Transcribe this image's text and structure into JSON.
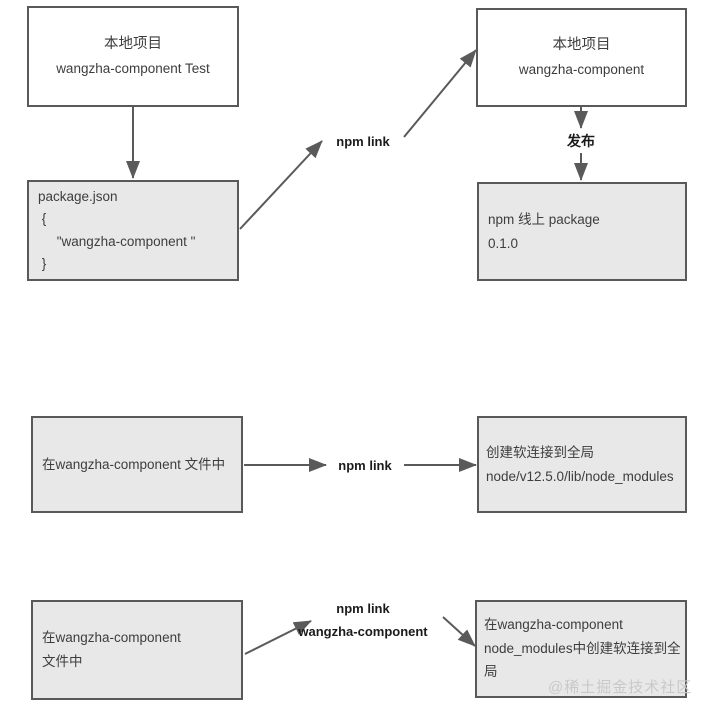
{
  "diagram": {
    "title": "npm link workflow diagram",
    "colors": {
      "box_stroke": "#595959",
      "box_fill_gray": "#e8e8e8",
      "box_fill_white": "#ffffff",
      "arrow": "#5a5a5a",
      "text": "#3d3d3d",
      "label_text": "#1a1a1a",
      "watermark": "#c9c9c9"
    },
    "nodes": {
      "local_project_test": {
        "lines": [
          "本地项目",
          "wangzha-component Test"
        ]
      },
      "package_json": {
        "lines": [
          "package.json",
          " {",
          "     \"wangzha-component \"",
          " }"
        ]
      },
      "local_project_component": {
        "lines": [
          "本地项目",
          "wangzha-component"
        ]
      },
      "npm_online_package": {
        "lines": [
          "npm 线上 package",
          "0.1.0"
        ]
      },
      "in_component_folder_single": {
        "lines": [
          "在wangzha-component 文件中"
        ]
      },
      "global_symlink": {
        "lines": [
          "创建软连接到全局",
          "node/v12.5.0/lib/node_modules"
        ]
      },
      "in_component_folder_multi": {
        "lines": [
          "在wangzha-component",
          "文件中"
        ]
      },
      "component_node_modules_symlink": {
        "lines": [
          "在wangzha-component",
          "node_modules中创建软连接到全局"
        ]
      }
    },
    "edge_labels": {
      "npm_link_top": "npm link",
      "publish": "发布",
      "npm_link_middle": "npm link",
      "npm_link_bottom_line1": "npm link",
      "npm_link_bottom_line2": "wangzha-component"
    },
    "watermark": "@稀土掘金技术社区"
  }
}
